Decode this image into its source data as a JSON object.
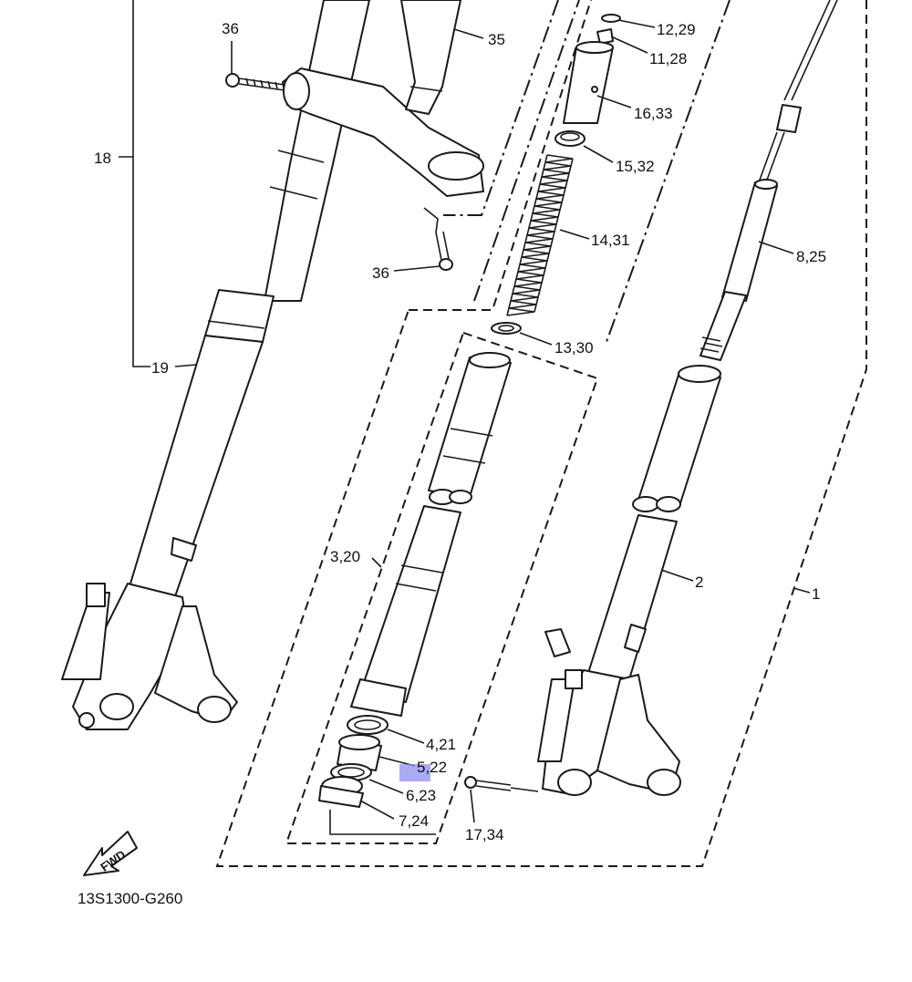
{
  "diagram": {
    "drawing_code": "13S1300-G260",
    "fwd_label": "FWD",
    "highlight_color": "#8f8ff0",
    "callouts": {
      "c1": "1",
      "c2": "2",
      "c3_20": "3,20",
      "c4_21": "4,21",
      "c5_22": "5,22",
      "c6_23": "6,23",
      "c7_24": "7,24",
      "c8_25": "8,25",
      "c11_28": "11,28",
      "c12_29": "12,29",
      "c13_30": "13,30",
      "c14_31": "14,31",
      "c15_32": "15,32",
      "c16_33": "16,33",
      "c17_34": "17,34",
      "c18": "18",
      "c19": "19",
      "c35": "35",
      "c36_top": "36",
      "c36_mid": "36"
    }
  }
}
